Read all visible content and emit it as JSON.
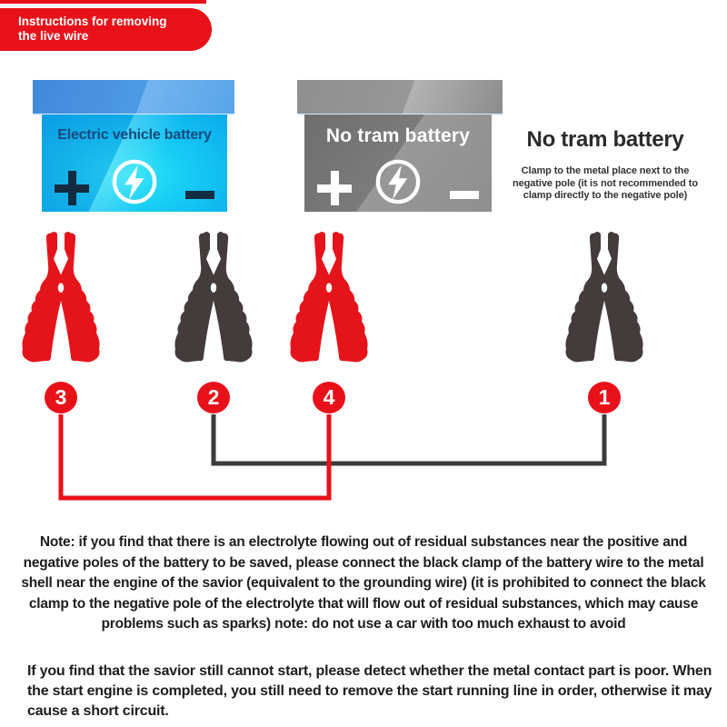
{
  "colors": {
    "red": "#e8111a",
    "clamp_red": "#e5141b",
    "clamp_dark": "#433b3c",
    "wire_black": "#3c3c3c",
    "blue_label": "#164a7f"
  },
  "ribbon": {
    "text": "Instructions for removing the live wire"
  },
  "batteries": [
    {
      "label": "Electric vehicle battery",
      "plus": "+",
      "minus": "−"
    },
    {
      "label": "No tram battery",
      "plus": "+",
      "minus": "−"
    }
  ],
  "side_note": {
    "title": "No tram battery",
    "body": "Clamp to the metal place next to the negative pole (it is not recommended to clamp directly to the negative pole)"
  },
  "clamps": [
    {
      "number": "3",
      "color": "red"
    },
    {
      "number": "2",
      "color": "dark"
    },
    {
      "number": "4",
      "color": "red"
    },
    {
      "number": "1",
      "color": "dark"
    }
  ],
  "notes": {
    "para1": "Note: if you find that there is an electrolyte flowing out of residual substances near the positive and negative poles of the battery to be saved, please connect the black clamp of the battery wire to the metal shell near the engine of the savior (equivalent to the grounding wire) (it is prohibited to connect the black clamp to the negative pole of the electrolyte that will flow out of residual substances, which may cause problems such as sparks) note: do not use a car with too much exhaust to avoid",
    "para2": "If you find that the savior still cannot start, please detect whether the metal contact part is poor. When the start engine is completed, you still need to remove the start running line in order, otherwise it may cause a short circuit."
  }
}
